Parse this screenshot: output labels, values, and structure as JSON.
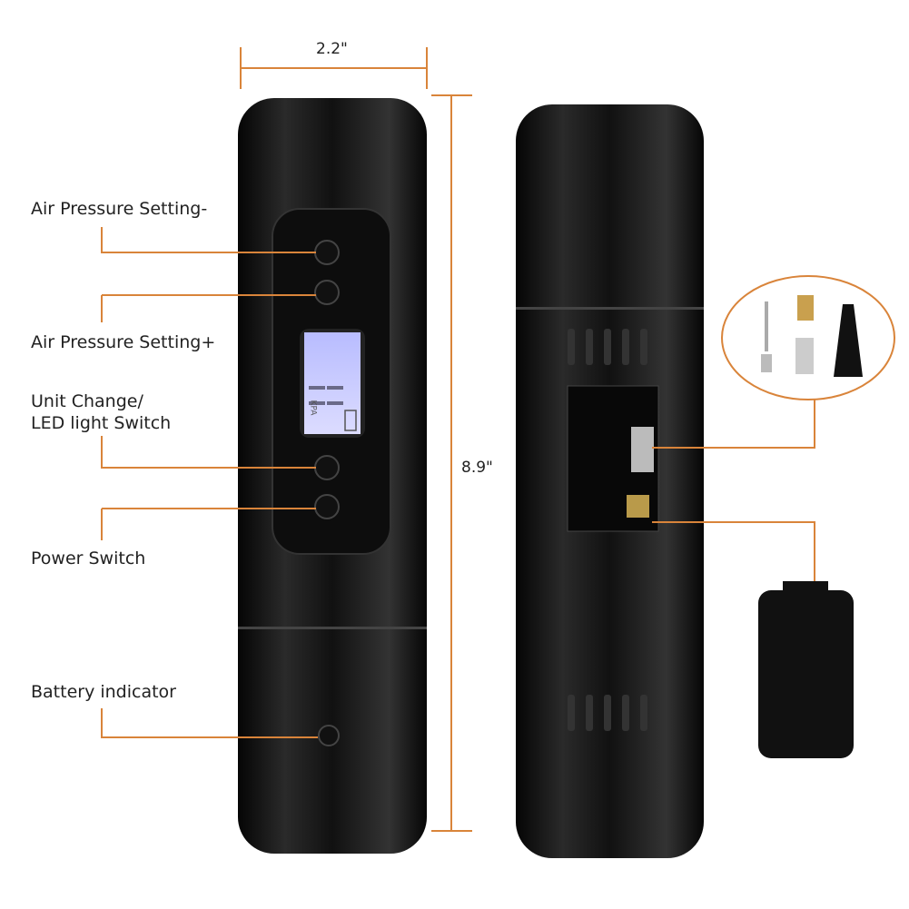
{
  "dimensions": {
    "width": "2.2\"",
    "height": "8.9\""
  },
  "labels": {
    "pressure_minus": "Air Pressure Setting-",
    "pressure_plus": "Air Pressure Setting+",
    "unit_change_1": "Unit Change/",
    "unit_change_2": "LED light Switch",
    "power": "Power Switch",
    "battery": "Battery indicator"
  },
  "display": {
    "unit": "KPA",
    "digits": "00"
  },
  "colors": {
    "callout": "#d9843a",
    "body": "#151515",
    "display": "#c9ccff"
  }
}
